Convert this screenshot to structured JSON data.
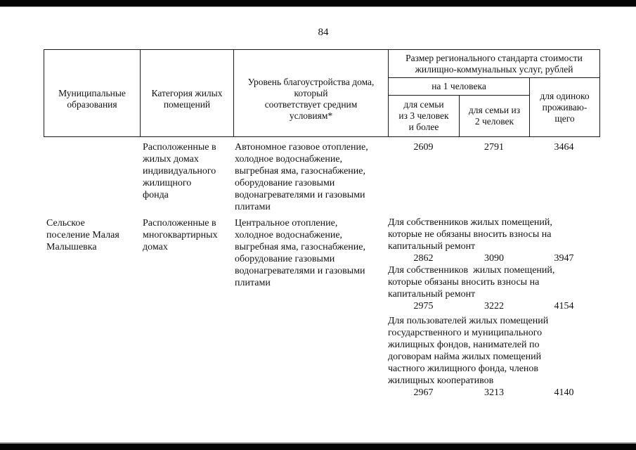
{
  "page": {
    "number": "84"
  },
  "table": {
    "header": {
      "municipalities": "Муниципальные\nобразования",
      "category": "Категория жилых\nпомещений",
      "level": "Уровень благоустройства дома,\nкоторый\nсоответствует средним\nусловиям*",
      "cost_title": "Размер регионального стандарта стоимости\nжилищно-коммунальных услуг, рублей",
      "per_person": "на 1 человека",
      "family3": "для семьи\nиз 3 человек\nи более",
      "family2": "для семьи из\n2 человек",
      "single": "для одиноко\nпроживаю-\nщего"
    },
    "rows": [
      {
        "municipality": "",
        "category": "Расположенные в\nжилых домах\nиндивидуального\nжилищного\nфонда",
        "level": "Автономное газовое отопление,\nхолодное водоснабжение,\nвыгребная яма, газоснабжение,\nоборудование газовыми\nводонагревателями и газовыми\nплитами",
        "values": [
          "2609",
          "2791",
          "3464"
        ]
      },
      {
        "municipality": "Сельское\nпоселение Малая\nМалышевка",
        "category": "Расположенные в\nмногоквартирных\nдомах",
        "level": "Центральное отопление,\nхолодное водоснабжение,\nвыгребная яма, газоснабжение,\nоборудование газовыми\nводонагревателями и газовыми\nплитами",
        "blocks": [
          {
            "label": "Для собственников жилых помещений,\nкоторые не обязаны вносить взносы на\nкапитальный ремонт",
            "values": [
              "2862",
              "3090",
              "3947"
            ]
          },
          {
            "label": "Для собственников  жилых помещений,\nкоторые обязаны вносить взносы на\nкапитальный ремонт",
            "values": [
              "2975",
              "3222",
              "4154"
            ]
          },
          {
            "label": "Для пользователей жилых помещений\nгосударственного и муниципального\nжилищных фондов, нанимателей по\nдоговорам найма жилых помещений\nчастного жилищного фонда, членов\nжилищных кооперативов",
            "values": [
              "2967",
              "3213",
              "4140"
            ]
          }
        ]
      }
    ]
  }
}
